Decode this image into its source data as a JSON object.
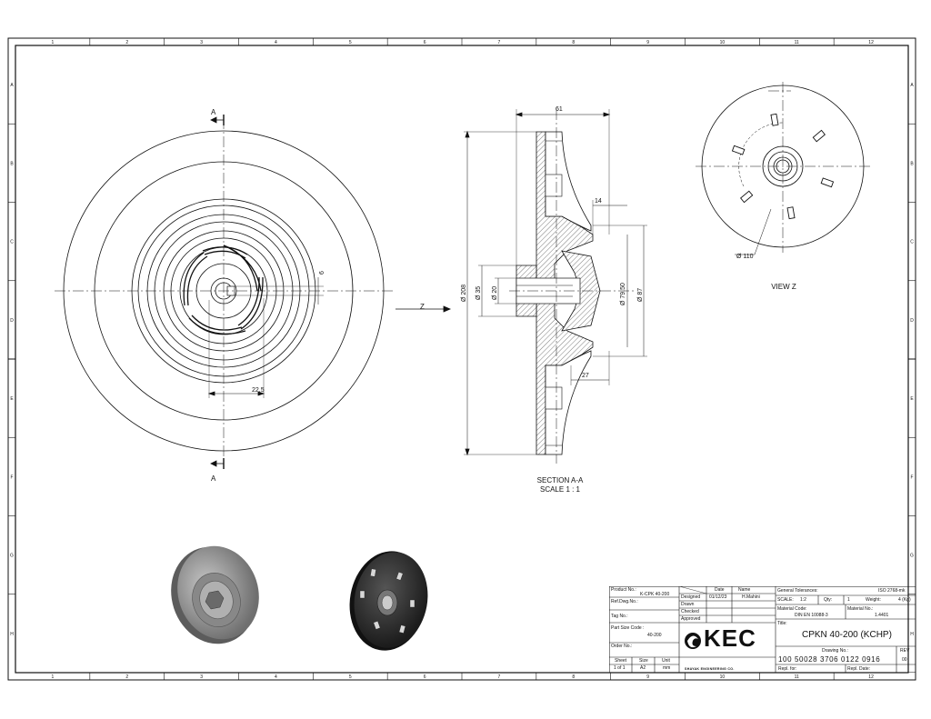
{
  "border": {
    "columns": [
      "1",
      "2",
      "3",
      "4",
      "5",
      "6",
      "7",
      "8",
      "9",
      "10",
      "11",
      "12"
    ],
    "rows": [
      "A",
      "B",
      "C",
      "D",
      "E",
      "F",
      "G",
      "H"
    ]
  },
  "front_view": {
    "section_marker": "A",
    "dims": {
      "keyway": "6",
      "offset": "22.5"
    }
  },
  "direction_label": "Z",
  "section_view": {
    "dims": {
      "overall": "61",
      "hub": "14",
      "base": "27",
      "d208": "Ø 208",
      "d35": "Ø 35",
      "d20": "Ø 20",
      "d79": "Ø 79.50",
      "d87": "Ø 87"
    },
    "caption": "SECTION A-A",
    "scale": "SCALE 1 : 1"
  },
  "view_z": {
    "dim": "Ø 110",
    "caption": "VIEW Z"
  },
  "title_block": {
    "product_no_label": "Product No.:",
    "product_no": "K-CPK 40-200",
    "ref_dwg_label": "Ref.Dwg.No.:",
    "tag_label": "Tag No.:",
    "part_size_label": "Part Size Code :",
    "part_size": "40-200",
    "order_label": "Order No.:",
    "sheet_label": "Sheet",
    "sheet": "1 of 1",
    "size_label": "Size",
    "size": "A2",
    "unit_label": "Unit",
    "unit": "mm",
    "date_label": "Date",
    "name_label": "Name",
    "designed_label": "Designed",
    "designed_date": "01/12/23",
    "designed_name": "H.Mahini",
    "drawn_label": "Drawn",
    "checked_label": "Checked",
    "approved_label": "Approved",
    "general_tol_label": "General Tolerances:",
    "general_tol": "ISO 2768-mk",
    "scale_label": "SCALE:",
    "scale": "1:2",
    "qty_label": "Qty:",
    "qty": "1",
    "weight_label": "Weight:",
    "weight": "4 (Kg)",
    "material_code_label": "Material Code:",
    "material_code": "DIN EN 10088-3",
    "material_no_label": "Material No.:",
    "material_no": "1.4401",
    "title_label": "Title:",
    "title": "CPKN 40-200 (KCHP)",
    "drawing_no_label": "Drawing No.:",
    "drawing_no": "100 50028 3706 0122 0916",
    "rev_label": "REV",
    "rev": "00",
    "repl_for_label": "Repl. for:",
    "repl_date_label": "Repl. Date:",
    "logo": "KEC",
    "company": "SHAYAK ENGINEERING CO."
  },
  "colors": {
    "line": "#111111",
    "shade": "#8a8a8a",
    "render_dark": "#3a3a3a",
    "render_light": "#9a9a9a"
  }
}
